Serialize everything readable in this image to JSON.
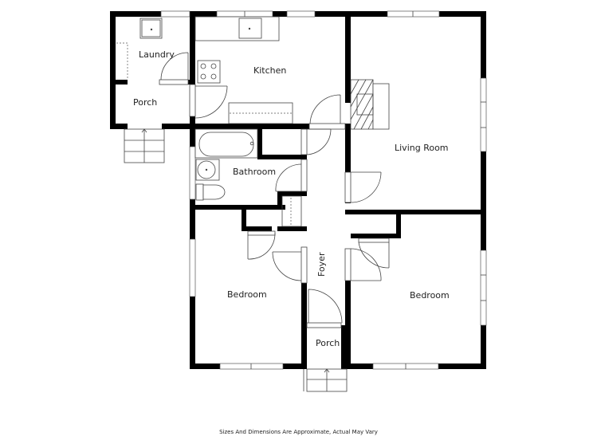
{
  "plan": {
    "rooms": {
      "laundry": "Laundry",
      "kitchen": "Kitchen",
      "porch_rear": "Porch",
      "living_room": "Living Room",
      "bathroom": "Bathroom",
      "foyer": "Foyer",
      "bedroom_left": "Bedroom",
      "bedroom_right": "Bedroom",
      "porch_front": "Porch"
    },
    "disclaimer": "Sizes And Dimensions Are Approximate, Actual May Vary"
  }
}
